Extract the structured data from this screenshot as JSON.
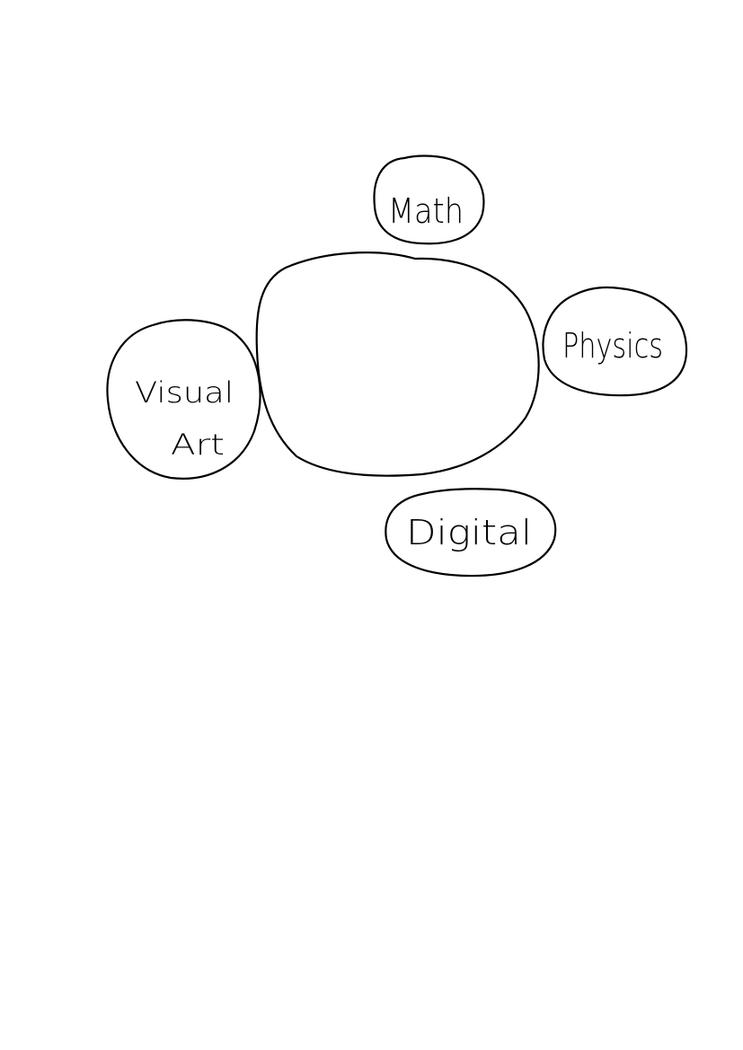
{
  "diagram": {
    "center": {
      "label": ""
    },
    "nodes": [
      {
        "id": "math",
        "label": "Math"
      },
      {
        "id": "physics",
        "label": "Physics"
      },
      {
        "id": "visual-art",
        "label_line1": "Visual",
        "label_line2": "Art"
      },
      {
        "id": "digital",
        "label": "Digital"
      }
    ]
  },
  "colors": {
    "background": "#ffffff",
    "ink": "#000000"
  }
}
